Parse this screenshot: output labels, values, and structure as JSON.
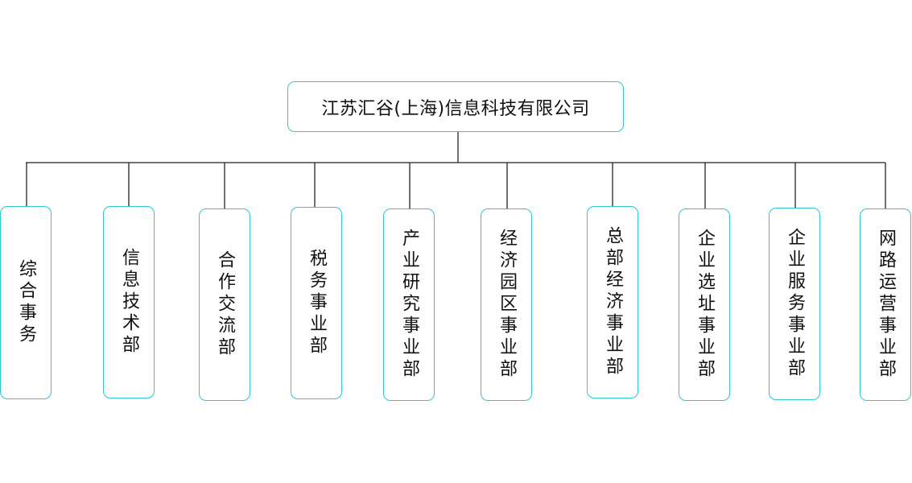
{
  "org_chart": {
    "root": {
      "label": "江苏汇谷(上海)信息科技有限公司"
    },
    "departments": [
      {
        "label": "综合事务"
      },
      {
        "label": "信息技术部"
      },
      {
        "label": "合作交流部"
      },
      {
        "label": "税务事业部"
      },
      {
        "label": "产业研究事业部"
      },
      {
        "label": "经济园区事业部"
      },
      {
        "label": "总部经济事业部"
      },
      {
        "label": "企业选址事业部"
      },
      {
        "label": "企业服务事业部"
      },
      {
        "label": "网路运营事业部"
      }
    ]
  },
  "colors": {
    "box_border": "#2fc6d1",
    "connector": "#222222",
    "text": "#111111",
    "background": "#ffffff"
  }
}
